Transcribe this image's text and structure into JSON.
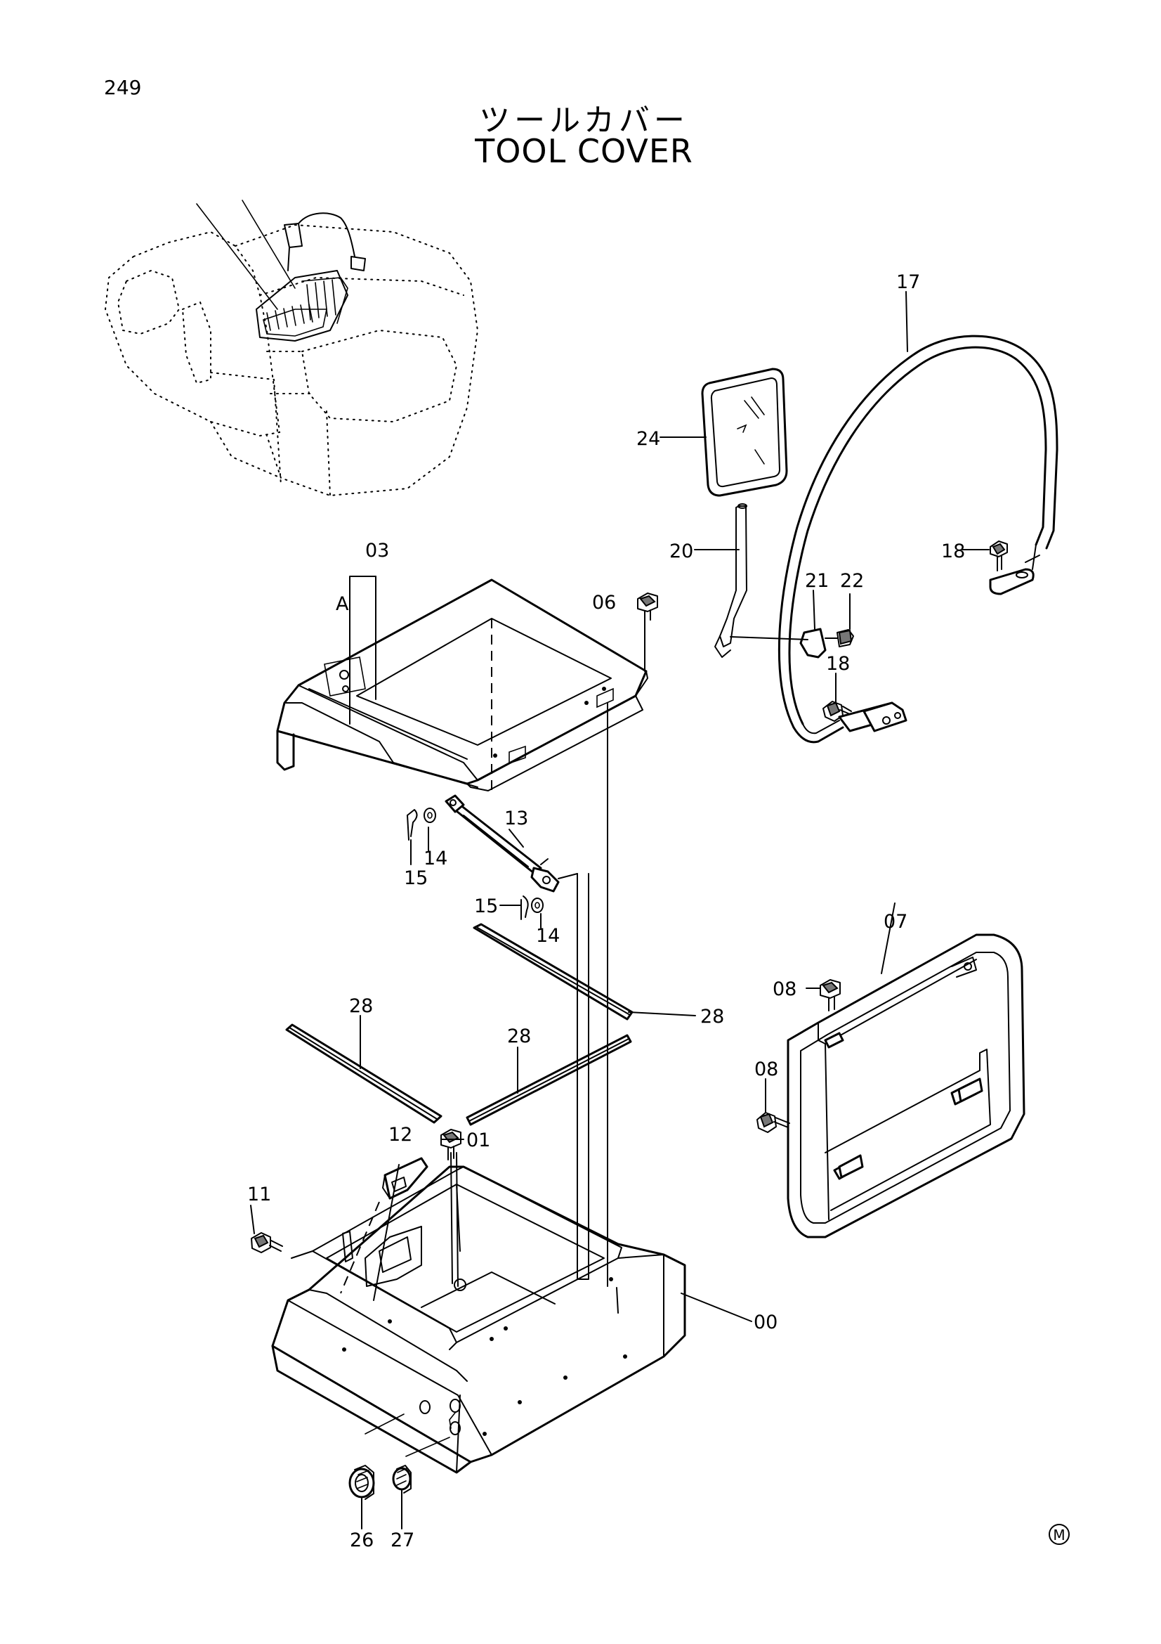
{
  "header": {
    "page_number": "249",
    "title_jp": "ツールカバー",
    "title_en": "TOOL COVER"
  },
  "callouts": {
    "c00": "00",
    "c01": "01",
    "c03": "03",
    "cA": "A",
    "c06": "06",
    "c07": "07",
    "c08a": "08",
    "c08b": "08",
    "c11": "11",
    "c12": "12",
    "c13": "13",
    "c14a": "14",
    "c14b": "14",
    "c15a": "15",
    "c15b": "15",
    "c17": "17",
    "c18a": "18",
    "c18b": "18",
    "c20": "20",
    "c21": "21",
    "c22": "22",
    "c24": "24",
    "c26": "26",
    "c27": "27",
    "c28a": "28",
    "c28b": "28",
    "c28c": "28"
  },
  "footer": {
    "mark": "M"
  }
}
